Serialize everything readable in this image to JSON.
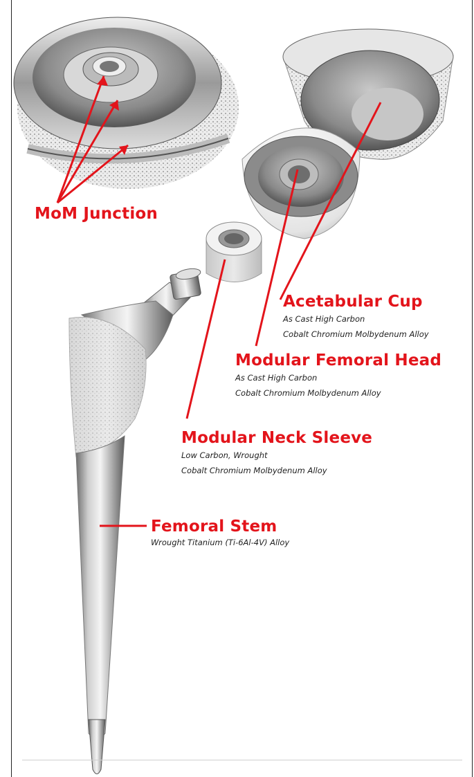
{
  "labels": {
    "mom_junction": "MoM Junction"
  },
  "components": [
    {
      "name": "Acetabular Cup",
      "line1": "As Cast High Carbon",
      "line2": "Cobalt Chromium Molbydenum Alloy"
    },
    {
      "name": "Modular Femoral Head",
      "line1": "As Cast High Carbon",
      "line2": "Cobalt Chromium Molbydenum Alloy"
    },
    {
      "name": "Modular Neck Sleeve",
      "line1": "Low Carbon, Wrought",
      "line2": "Cobalt Chromium Molbydenum Alloy"
    },
    {
      "name": "Femoral Stem",
      "line1": "Wrought Titanium (Ti-6Al-4V) Alloy"
    }
  ],
  "colors": {
    "accent": "#e3141b",
    "caption_text": "#222222"
  }
}
